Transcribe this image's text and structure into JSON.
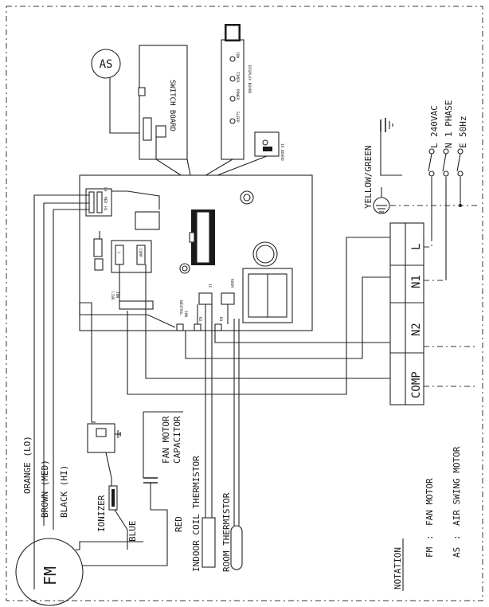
{
  "labels": {
    "as": "AS",
    "fm": "FM",
    "switch_board": "SWITCH BOARD",
    "display_timer": "TIMER",
    "display_power": "POWER",
    "display_sleep": "SLEEP",
    "display_ion": "ION",
    "display_board": "DISPLAY BOARD",
    "ir_board": "IR BOARD",
    "yellow_green": "YELLOW/GREEN",
    "supply_l": "L",
    "supply_n": "N",
    "supply_e": "E",
    "supply_240vac": "240VAC",
    "supply_1phase": "1 PHASE",
    "supply_50hz": "50Hz",
    "term_l": "L",
    "term_n1": "N1",
    "term_n2": "N2",
    "term_comp": "COMP",
    "relay_l": "L",
    "relay_comp": "COMP",
    "conn_lo": "LO",
    "conn_med": "MED",
    "conn_hi": "HI",
    "conn_live": "LIVE",
    "conn_ion": "ION",
    "conn_neutral": "NEUTRAL",
    "conn_ion2": "ION",
    "conn_n2": "N2",
    "conn_n3": "N3",
    "conn_ic": "IC",
    "conn_room": "ROOM",
    "wire_orange": "ORANGE (LO)",
    "wire_brown": "BROWN (MED)",
    "wire_black": "BLACK (HI)",
    "ionizer": "IONIZER",
    "blue": "BLUE",
    "red": "RED",
    "fan_motor_capacitor_1": "FAN MOTOR",
    "fan_motor_capacitor_2": "CAPACITOR",
    "indoor_coil_thermistor": "INDOOR COIL THERMISTOR",
    "room_thermistor": "ROOM THERMISTOR",
    "notation": "NOTATION",
    "fm_key": "FM",
    "fm_sep": ":",
    "fm_desc": "FAN MOTOR",
    "as_key": "AS",
    "as_sep": ":",
    "as_desc": "AIR SWING MOTOR"
  }
}
